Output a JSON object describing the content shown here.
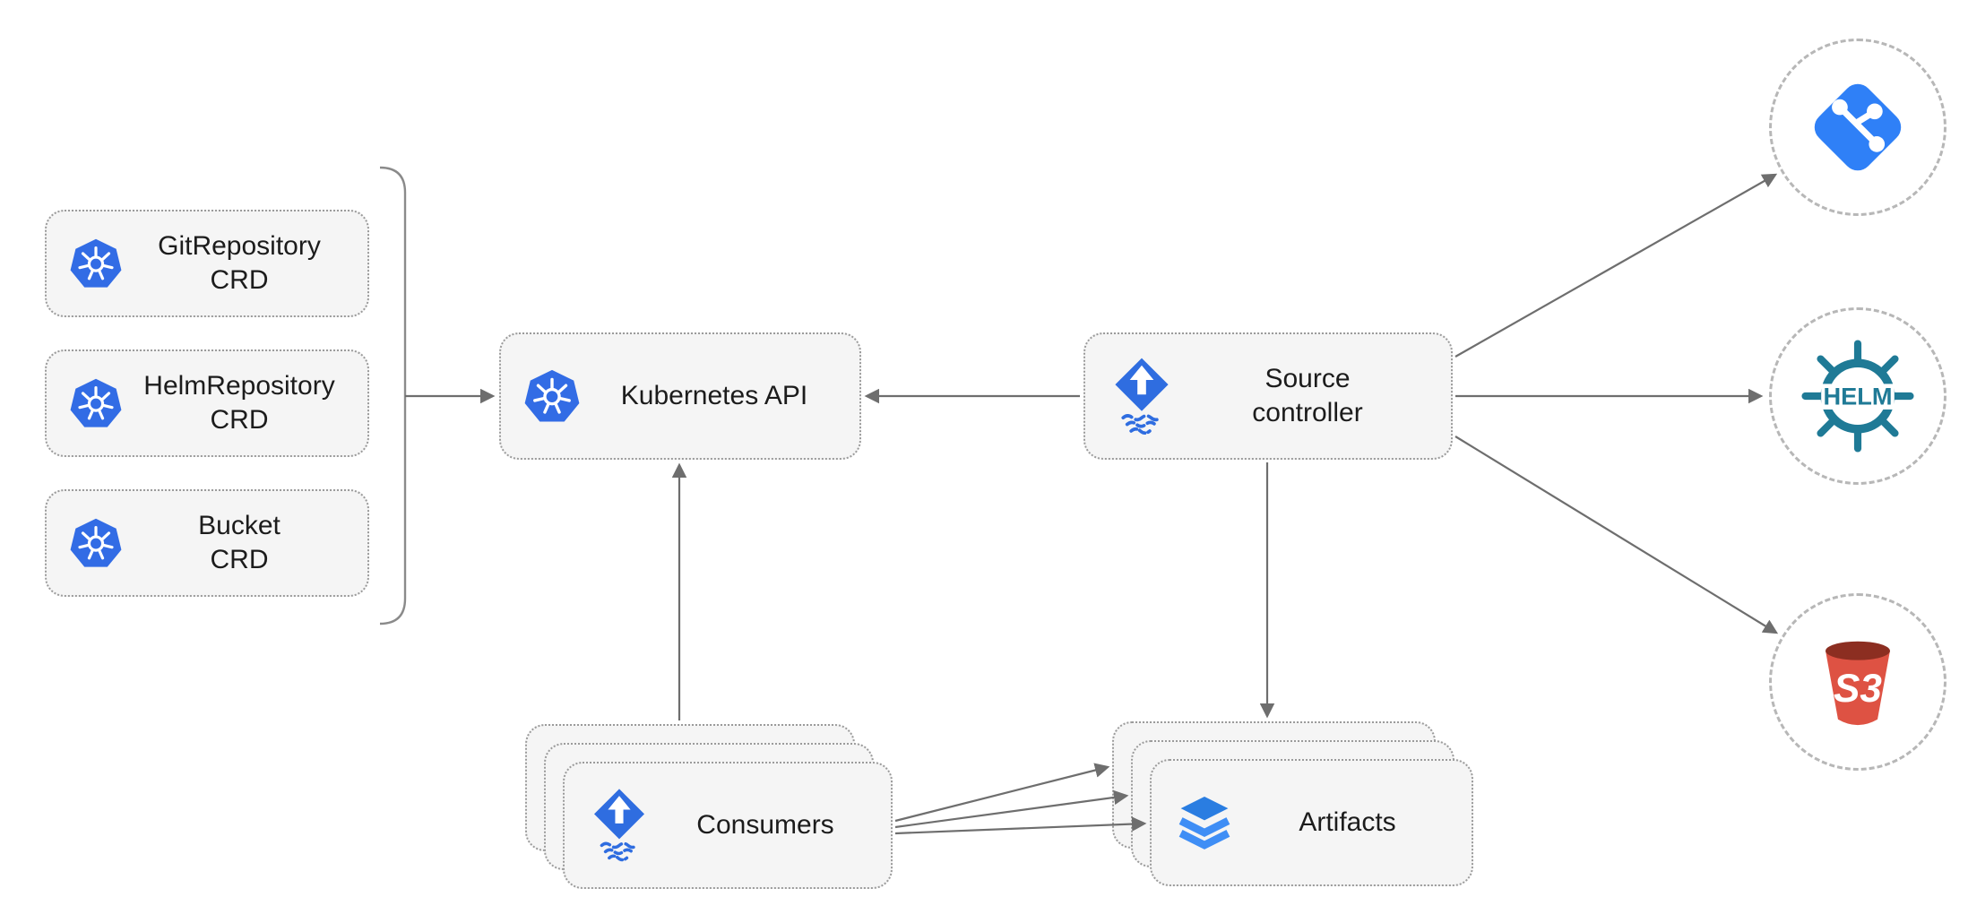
{
  "diagram": {
    "nodes": {
      "crd_git": {
        "line1": "GitRepository",
        "line2": "CRD",
        "icon": "kubernetes-icon"
      },
      "crd_helm": {
        "line1": "HelmRepository",
        "line2": "CRD",
        "icon": "kubernetes-icon"
      },
      "crd_bucket": {
        "line1": "Bucket",
        "line2": "CRD",
        "icon": "kubernetes-icon"
      },
      "kubernetes_api": {
        "label": "Kubernetes API",
        "icon": "kubernetes-icon"
      },
      "source_controller": {
        "line1": "Source",
        "line2": "controller",
        "icon": "flux-icon"
      },
      "consumers": {
        "label": "Consumers",
        "icon": "flux-icon"
      },
      "artifacts": {
        "label": "Artifacts",
        "icon": "layers-icon"
      }
    },
    "endpoints": {
      "git": {
        "icon": "git-icon"
      },
      "helm": {
        "icon": "helm-icon",
        "wheel_text": "HELM"
      },
      "s3": {
        "icon": "s3-bucket-icon",
        "bucket_text": "S3"
      }
    },
    "colors": {
      "kubernetes_blue": "#326ce5",
      "flux_blue": "#2f6de0",
      "git_blue": "#2f80f7",
      "helm_teal": "#1f7a96",
      "s3_red": "#de5243",
      "s3_rim_dark": "#8c2e21",
      "artifacts_blue": "#2f80f7",
      "box_fill": "#f5f5f5",
      "box_border": "#9b9b9b",
      "arrow_gray": "#6e6e6e"
    }
  }
}
